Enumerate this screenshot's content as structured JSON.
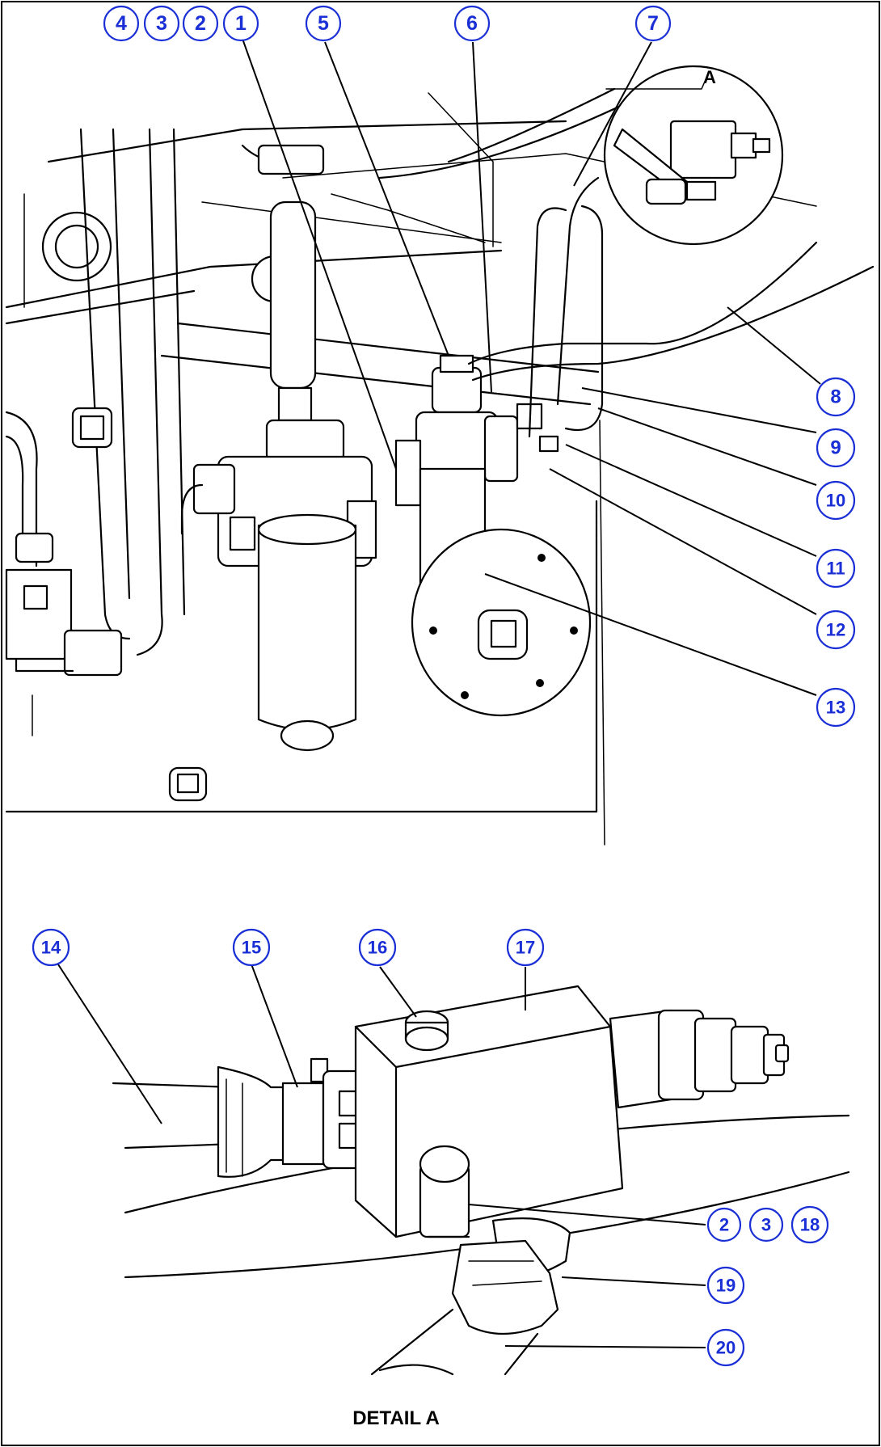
{
  "callouts_top": [
    "4",
    "3",
    "2",
    "1",
    "5",
    "6",
    "7",
    "8",
    "9",
    "10",
    "11",
    "12",
    "13"
  ],
  "callouts_detail": [
    "14",
    "15",
    "16",
    "17",
    "2",
    "3",
    "18",
    "19",
    "20"
  ],
  "detail_marker": "A",
  "detail_caption": "DETAIL A",
  "colors": {
    "callout": "#1a2fd6",
    "line": "#000000"
  }
}
